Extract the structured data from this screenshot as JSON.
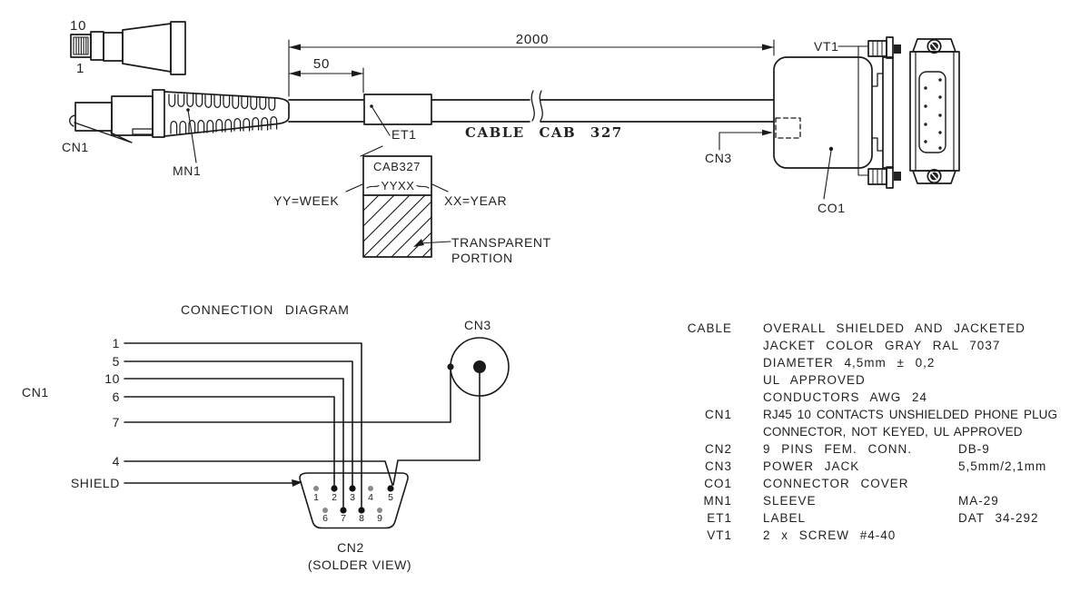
{
  "colors": {
    "line": "#1a1a1a",
    "text": "#222222",
    "background": "#ffffff"
  },
  "assembly_view": {
    "rj45_pin_top": "10",
    "rj45_pin_bottom": "1",
    "cn1_label": "CN1",
    "mn1_label": "MN1",
    "sleeve_dim": "50",
    "cable_length_dim": "2000",
    "et1_label": "ET1",
    "cable_name": "CABLE CAB 327",
    "vt1_label": "VT1",
    "cn3_label": "CN3",
    "co1_label": "CO1"
  },
  "label_detail": {
    "line1": "CAB327",
    "line2": "YYXX",
    "week_note": "YY=WEEK",
    "year_note": "XX=YEAR",
    "transparent_note_line1": "TRANSPARENT",
    "transparent_note_line2": "PORTION"
  },
  "connection_diagram": {
    "title": "CONNECTION DIAGRAM",
    "cn1_label": "CN1",
    "cn3_label": "CN3",
    "cn2_label": "CN2",
    "cn2_sub": "(SOLDER VIEW)",
    "cn1_wires": [
      "1",
      "5",
      "10",
      "6",
      "7",
      "4",
      "SHIELD"
    ],
    "cn2_pins_top": [
      "1",
      "2",
      "3",
      "4",
      "5"
    ],
    "cn2_pins_bottom": [
      "6",
      "7",
      "8",
      "9"
    ],
    "wiring": [
      {
        "from": "CN1.1",
        "to": "CN2.8"
      },
      {
        "from": "CN1.5",
        "to": "CN2.3"
      },
      {
        "from": "CN1.10",
        "to": "CN2.7"
      },
      {
        "from": "CN1.6",
        "to": "CN2.2"
      },
      {
        "from": "CN1.7",
        "to": "CN3 sleeve contact"
      },
      {
        "from": "CN1.4",
        "to": "CN2.5"
      },
      {
        "from": "CN3 center pin",
        "to": "CN2.5"
      },
      {
        "from": "SHIELD",
        "to": "CN2 shell"
      }
    ]
  },
  "parts_list": {
    "rows": [
      {
        "ref": "CABLE",
        "desc": "OVERALL SHIELDED AND JACKETED",
        "spec": ""
      },
      {
        "ref": "",
        "desc": "JACKET COLOR GRAY RAL 7037",
        "spec": ""
      },
      {
        "ref": "",
        "desc": "DIAMETER 4,5mm ± 0,2",
        "spec": ""
      },
      {
        "ref": "",
        "desc": "UL APPROVED",
        "spec": ""
      },
      {
        "ref": "",
        "desc": "CONDUCTORS AWG 24",
        "spec": ""
      },
      {
        "ref": "CN1",
        "desc": "RJ45 10 CONTACTS UNSHIELDED PHONE PLUG",
        "spec": ""
      },
      {
        "ref": "",
        "desc": "CONNECTOR, NOT KEYED, UL APPROVED",
        "spec": ""
      },
      {
        "ref": "CN2",
        "desc": "9 PINS FEM. CONN.",
        "spec": "DB-9"
      },
      {
        "ref": "CN3",
        "desc": "POWER JACK",
        "spec": "5,5mm/2,1mm"
      },
      {
        "ref": "CO1",
        "desc": "CONNECTOR COVER",
        "spec": ""
      },
      {
        "ref": "MN1",
        "desc": "SLEEVE",
        "spec": "MA-29"
      },
      {
        "ref": "ET1",
        "desc": "LABEL",
        "spec": "DAT 34-292"
      },
      {
        "ref": "VT1",
        "desc": "2 x SCREW #4-40",
        "spec": ""
      }
    ]
  }
}
